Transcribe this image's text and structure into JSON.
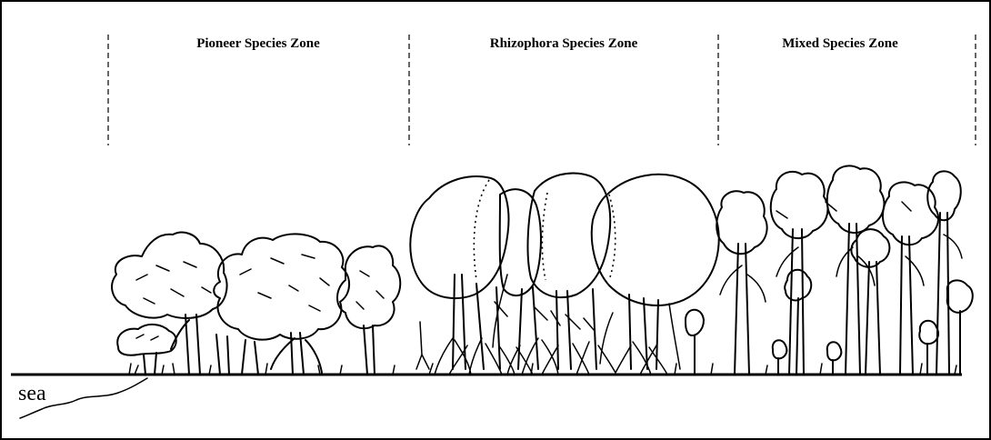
{
  "zones": [
    {
      "id": "pioneer",
      "label": "Pioneer Species Zone"
    },
    {
      "id": "rhizophora",
      "label": "Rhizophora Species Zone"
    },
    {
      "id": "mixed",
      "label": "Mixed Species Zone"
    }
  ],
  "sea_label": "sea"
}
